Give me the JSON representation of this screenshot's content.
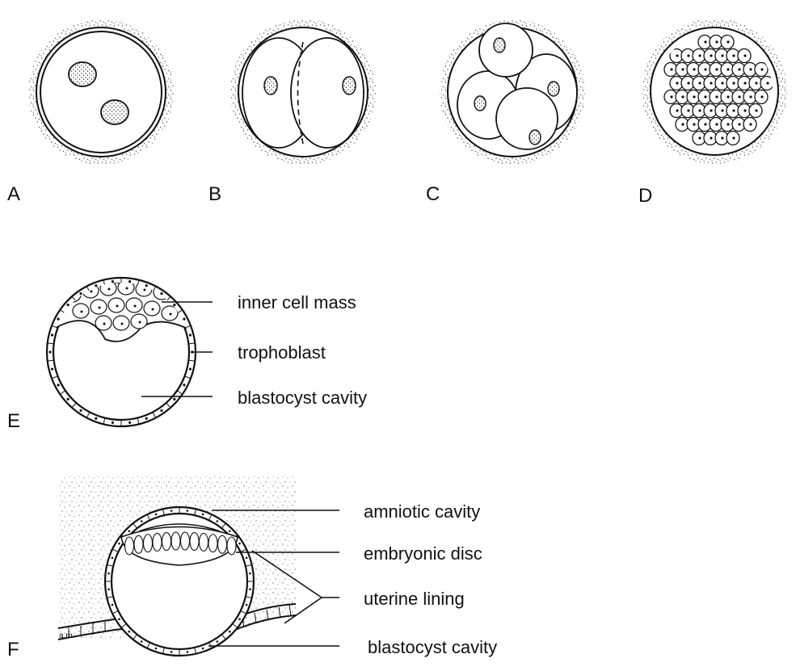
{
  "panels": {
    "a": "A",
    "b": "B",
    "c": "C",
    "d": "D",
    "e": "E",
    "f": "F"
  },
  "labels_e": {
    "inner_cell_mass": "inner cell mass",
    "trophoblast": "trophoblast",
    "blastocyst_cavity": "blastocyst cavity"
  },
  "labels_f": {
    "amniotic_cavity": "amniotic cavity",
    "embryonic_disc": "embryonic disc",
    "uterine_lining": "uterine lining",
    "blastocyst_cavity": "blastocyst cavity",
    "am_mark": "a.m."
  }
}
